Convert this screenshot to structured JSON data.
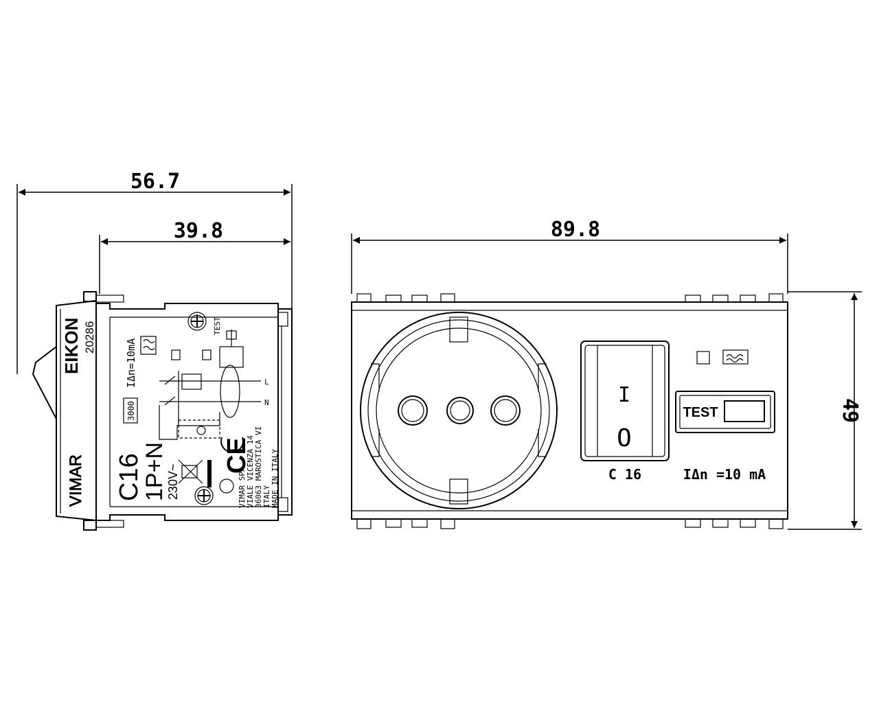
{
  "dimensions": {
    "side_overall": "56.7",
    "side_body": "39.8",
    "front_width": "89.8",
    "front_height": "49"
  },
  "side_view": {
    "brand": "EIKON",
    "code": "20286",
    "maker": "VIMAR",
    "rating": "C16",
    "poles": "1P+N",
    "voltage": "230V~",
    "sensitivity": "IΔn=10mA",
    "breaking_capacity": "3000",
    "test_label": "TEST",
    "phase_label": "L",
    "neutral_label": "N",
    "address": [
      "VIMAR SPA",
      "VIALE VICENZA 14",
      "36063 MAROSTICA VI",
      "ITALY",
      "MADE IN ITALY"
    ]
  },
  "front_view": {
    "test_button": "TEST",
    "rating": "C 16",
    "sensitivity": "IΔn =10 mA",
    "on_mark": "I",
    "off_mark": "O"
  }
}
